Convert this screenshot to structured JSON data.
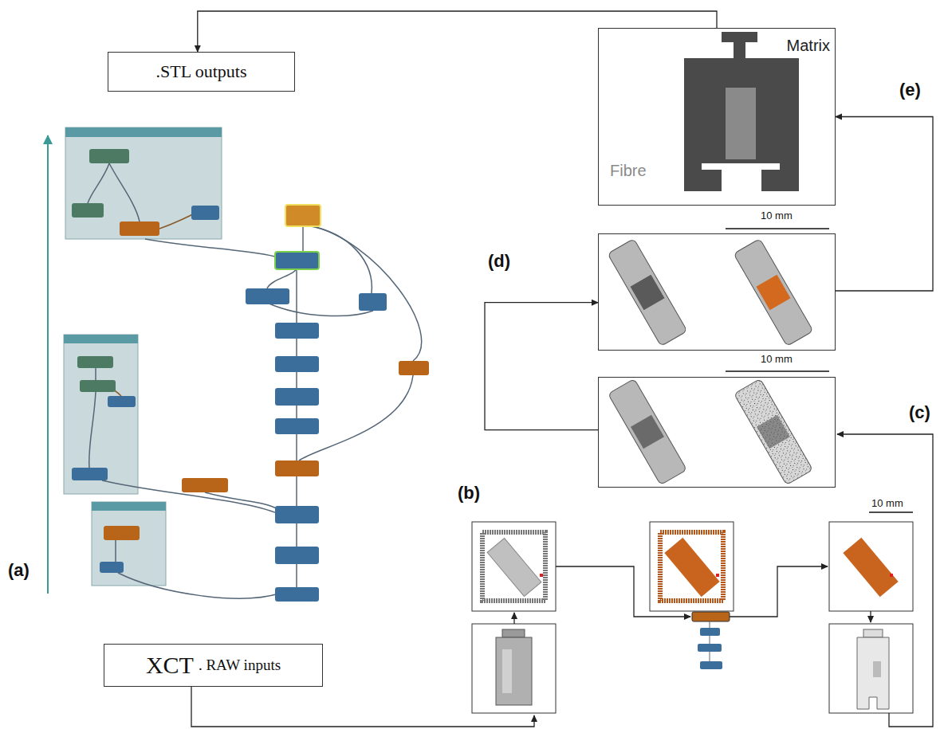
{
  "diagram": {
    "nodes": [
      {
        "text": [
          ".STL outputs"
        ]
      },
      {
        "text": [
          "Matrix",
          "Fibre"
        ]
      },
      {
        "text": [
          "10 mm"
        ]
      },
      {
        "text": [
          "10 mm"
        ]
      },
      {
        "text": [
          "XCT",
          ". RAW inputs"
        ]
      }
    ],
    "edges": [
      {
        "from": 3,
        "to": 2,
        "arrow": "to"
      },
      {
        "from": 2,
        "to": 1,
        "arrow": "to"
      },
      {
        "from": 1,
        "to": 0,
        "arrow": "to"
      }
    ],
    "labels": [
      "(a)",
      "(b)",
      "10 mm",
      "(c)",
      "(d)",
      "(e)"
    ]
  }
}
